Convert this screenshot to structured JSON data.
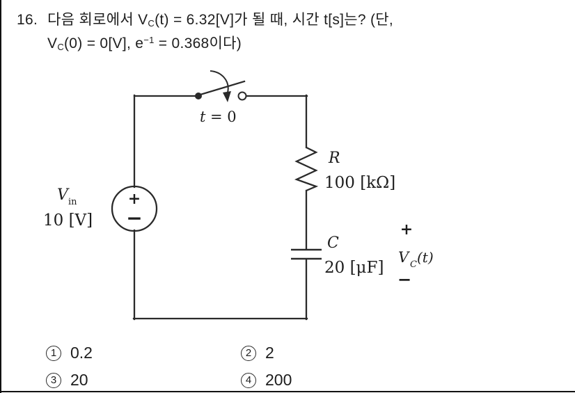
{
  "question": {
    "number": "16.",
    "line1": {
      "pre": "다음 회로에서 V",
      "sub1": "C",
      "mid": "(t) = 6.32[V]가 될 때, 시간 t[s]는? (단,"
    },
    "line2": {
      "pre": "V",
      "sub1": "C",
      "mid": "(0) = 0[V],  e",
      "sup1": "−1",
      "post": " = 0.368이다)"
    }
  },
  "circuit": {
    "t_label": {
      "t": "t",
      "eq": "= 0"
    },
    "source": {
      "plus": "+",
      "minus": "−",
      "name": "V",
      "name_sub": "in",
      "value": "10 [V]"
    },
    "resistor": {
      "name": "R",
      "value": "100 [kΩ]"
    },
    "capacitor": {
      "name": "C",
      "value": "20 [μF]"
    },
    "vc": {
      "plus": "+",
      "v": "V",
      "sub": "C",
      "t": "(t)",
      "minus": "−"
    }
  },
  "options": [
    {
      "num": "1",
      "label": "0.2"
    },
    {
      "num": "2",
      "label": "2"
    },
    {
      "num": "3",
      "label": "20"
    },
    {
      "num": "4",
      "label": "200"
    }
  ],
  "colors": {
    "ink": "#1d1d1d",
    "wire": "#2a2a2a",
    "bg": "#ffffff"
  }
}
